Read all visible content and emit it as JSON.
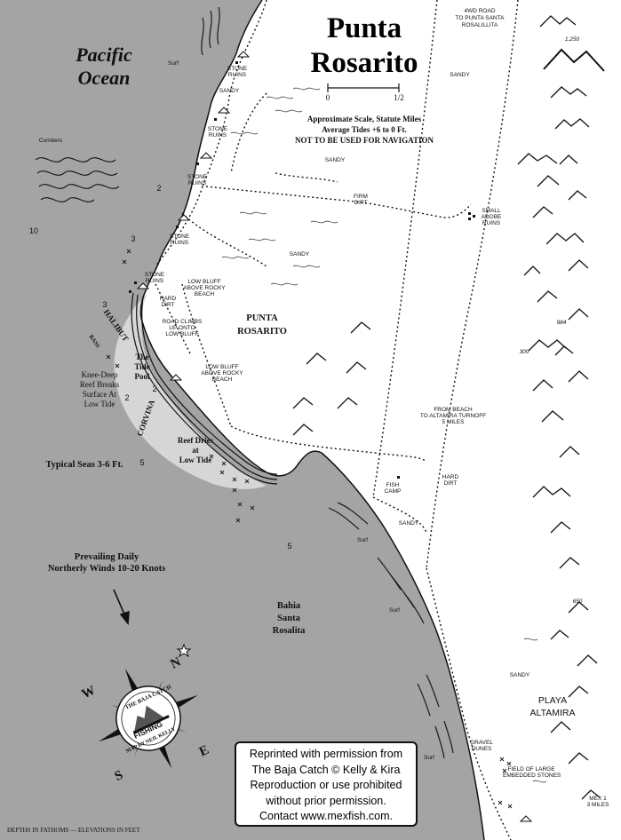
{
  "map": {
    "title_line1": "Punta",
    "title_line2": "Rosarito",
    "ocean_line1": "Pacific",
    "ocean_line2": "Ocean",
    "scale": {
      "start": "0",
      "end": "1/2",
      "caption_line1": "Approximate Scale, Statute Miles",
      "caption_line2": "Average Tides +6 to 0 Ft.",
      "caption_line3": "NOT TO BE USED FOR NAVIGATION"
    },
    "colors": {
      "water": "#a4a4a4",
      "reef": "#d6d6d6",
      "land": "#ffffff",
      "ink": "#111111"
    },
    "labels": {
      "road_4wd_1": "4WD ROAD",
      "road_4wd_2": "TO PUNTA SANTA",
      "road_4wd_3": "ROSALILLITA",
      "sandy_ne": "SANDY",
      "elev_1250": "1,250",
      "surf_north": "Surf",
      "stone_ruins_1a": "STONE",
      "stone_ruins_1b": "RUINS",
      "sandy_top": "SANDY",
      "stone_ruins_2a": "STONE",
      "stone_ruins_2b": "RUINS",
      "combers": "Combers",
      "sandy_mid": "SANDY",
      "stone_ruins_3a": "STONE",
      "stone_ruins_3b": "RUINS",
      "depth_2a": "2",
      "firm_dirt_1": "FIRM",
      "firm_dirt_2": "DIRT",
      "adobe_1": "SMALL",
      "adobe_2": "ADOBE",
      "adobe_3": "RUINS",
      "depth_10": "10",
      "depth_3a": "3",
      "stone_ruins_4a": "STONE",
      "stone_ruins_4b": "RUINS",
      "sandy_center": "SANDY",
      "stone_ruins_5a": "STONE",
      "stone_ruins_5b": "RUINS",
      "low_bluff_1a": "LOW BLUFF",
      "low_bluff_1b": "ABOVE ROCKY",
      "low_bluff_1c": "BEACH",
      "hard_dirt_1a": "HARD",
      "hard_dirt_1b": "DIRT",
      "depth_3b": "3",
      "halibut": "HALIBUT",
      "bass": "BASS",
      "road_climbs_1": "ROAD CLIMBS",
      "road_climbs_2": "UP ONTO",
      "road_climbs_3": "LOW BLUFF",
      "point_name_1": "PUNTA",
      "point_name_2": "ROSARITO",
      "elev_984": "984",
      "elev_300": "300",
      "tide_pool_1": "The",
      "tide_pool_2": "Tide",
      "tide_pool_3": "Pool",
      "low_bluff_2a": "LOW BLUFF",
      "low_bluff_2b": "ABOVE ROCKY",
      "low_bluff_2c": "BEACH",
      "knee_deep_1": "Knee-Deep",
      "knee_deep_2": "Reef Breaks",
      "knee_deep_3": "Surface At",
      "knee_deep_4": "Low Tide",
      "depth_2b": "2",
      "depth_2c": "2",
      "corvina": "CORVINA",
      "from_beach_1": "FROM BEACH",
      "from_beach_2": "TO ALTAMIRA TURNOFF",
      "from_beach_3": "5 MILES",
      "reef_dries_1": "Reef Dries",
      "reef_dries_2": "at",
      "reef_dries_3": "Low Tide",
      "typical_seas": "Typical Seas 3-6 Ft.",
      "depth_5a": "5",
      "fish_camp_1": "FISH",
      "fish_camp_2": "CAMP",
      "hard_dirt_2a": "HARD",
      "hard_dirt_2b": "DIRT",
      "sandy_south": "SANDY",
      "surf_mid": "Surf",
      "depth_5b": "5",
      "winds_1": "Prevailing Daily",
      "winds_2": "Northerly Winds 10-20 Knots",
      "bahia_1": "Bahia",
      "bahia_2": "Santa",
      "bahia_3": "Rosalita",
      "surf_bahia": "Surf",
      "elev_650": "650",
      "playa_1": "PLAYA",
      "playa_2": "ALTAMIRA",
      "sandy_east": "SANDY",
      "surf_south": "Surf",
      "gravel_1": "GRAVEL",
      "gravel_2": "DUNES",
      "field_1": "FIELD OF LARGE",
      "field_2": "EMBEDDED STONES",
      "mex1_1": "MEX 1",
      "mex1_2": "3 MILES",
      "footer": "DEPTHS IN FATHOMS — ELEVATIONS IN FEET"
    },
    "compass": {
      "north": "N",
      "south": "S",
      "east": "E",
      "west": "W",
      "logo_top": "THE BAJA CATCH",
      "logo_mid": "FISHING",
      "logo_bottom": "MAP BY NEIL KELLY",
      "icon": "compass-rose-icon"
    },
    "credit": {
      "line1": "Reprinted with permission from",
      "line2": "The Baja Catch © Kelly & Kira",
      "line3": "Reproduction or use prohibited",
      "line4": "without prior permission.",
      "line5": "Contact www.mexfish.com."
    }
  }
}
